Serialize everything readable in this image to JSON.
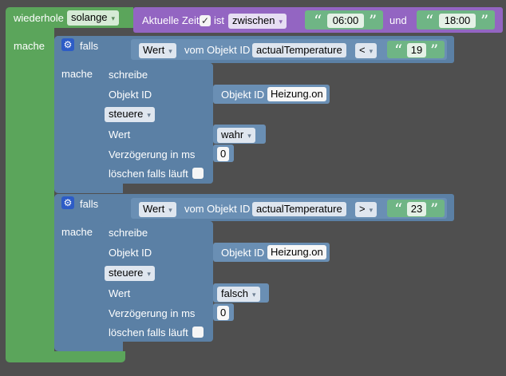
{
  "loop": {
    "label": "wiederhole",
    "mode": "solange",
    "do_label": "mache"
  },
  "condition": {
    "label": "Aktuelle Zeit",
    "checkbox_mark": "✓",
    "is_label": "ist",
    "op": "zwischen",
    "start": "06:00",
    "and_label": "und",
    "end": "18:00",
    "quote_open": "“",
    "quote_close": "”"
  },
  "blocks": [
    {
      "if_label": "falls",
      "do_label": "mache",
      "value_dropdown": "Wert",
      "from_object_label": "vom Objekt ID",
      "object_id": "actualTemperature",
      "comparator": "<",
      "threshold": "19",
      "write_label": "schreibe",
      "object_id_label": "Objekt ID",
      "object_block_label": "Objekt ID",
      "target_object": "Heizung.on",
      "mode": "steuere",
      "value_label": "Wert",
      "value": "wahr",
      "delay_label": "Verzögerung in ms",
      "delay": "0",
      "clear_label": "löschen falls läuft"
    },
    {
      "if_label": "falls",
      "do_label": "mache",
      "value_dropdown": "Wert",
      "from_object_label": "vom Objekt ID",
      "object_id": "actualTemperature",
      "comparator": ">",
      "threshold": "23",
      "write_label": "schreibe",
      "object_id_label": "Objekt ID",
      "object_block_label": "Objekt ID",
      "target_object": "Heizung.on",
      "mode": "steuere",
      "value_label": "Wert",
      "value": "falsch",
      "delay_label": "Verzögerung in ms",
      "delay": "0",
      "clear_label": "löschen falls läuft"
    }
  ],
  "icons": {
    "dropdown": "▾",
    "gear": "⚙"
  },
  "colors": {
    "loop": "#5ba55b",
    "condition": "#9365c2",
    "logic": "#5b80a5",
    "text": "#6fb585",
    "workspace": "#4f4f4f"
  }
}
